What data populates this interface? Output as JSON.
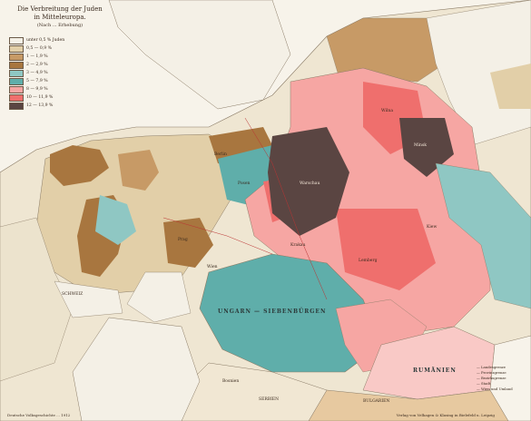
{
  "title_line1": "Die Verbreitung der Juden",
  "title_line2": "in Mitteleuropa.",
  "subtitle": "(Nach ... Erhebung)",
  "legend": [
    {
      "label": "unter 0,5 % Juden",
      "color": "#f4f0e6"
    },
    {
      "label": "0,5 — 0,9 %",
      "color": "#e2cfa8"
    },
    {
      "label": "1 — 1,9 %",
      "color": "#c79a66"
    },
    {
      "label": "2 — 2,9 %",
      "color": "#a8763f"
    },
    {
      "label": "3 — 4,9 %",
      "color": "#8fc7c3"
    },
    {
      "label": "5 — 7,9 %",
      "color": "#5faeaa"
    },
    {
      "label": "8 — 9,9 %",
      "color": "#f6a6a3"
    },
    {
      "label": "10 — 11,9 %",
      "color": "#ef6f6d"
    },
    {
      "label": "12 — 13,9 %",
      "color": "#5a4542"
    }
  ],
  "regions": {
    "ungarn": "UNGARN — SIEBENBÜRGEN",
    "schweiz": "SCHWEIZ",
    "rumaenien": "RUMÄNIEN",
    "bulgarien": "BULGARIEN",
    "serbien": "SERBIEN",
    "bosnien": "Bosnien",
    "krakau": "Krakau",
    "warschau": "Warschau",
    "posen": "Posen",
    "berlin": "Berlin",
    "wien": "Wien",
    "prag": "Prag",
    "lemberg": "Lemberg",
    "minsk": "Minsk",
    "wilna": "Wilna",
    "kiew": "Kiew"
  },
  "footer_left": "Deutsche Volksgeschichte ... 1912",
  "footer_right": "Verlag von Velhagen & Klasing in Bielefeld u. Leipzig",
  "key": [
    "Landesgrenze",
    "Provinzgrenze",
    "Bezirksgrenze",
    "Stadt",
    "Wien und Umland"
  ]
}
